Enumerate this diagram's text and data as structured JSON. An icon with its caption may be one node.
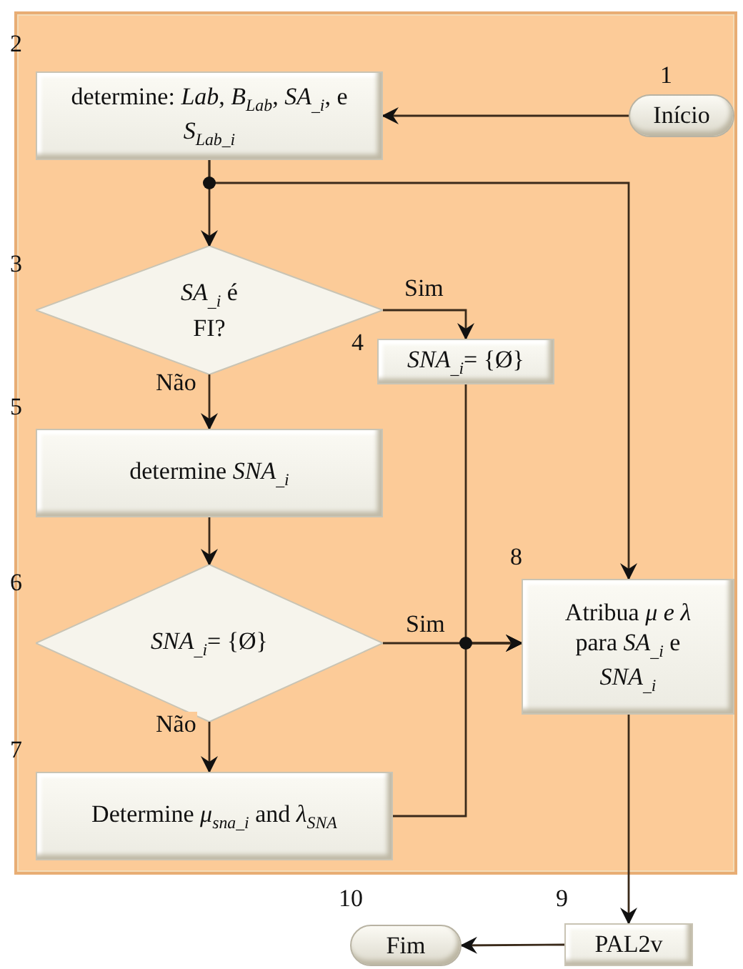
{
  "diagram": {
    "nodes": [
      {
        "text": [],
        "shape": "box"
      },
      {
        "text": [
          "determine: *Lab*, *B*$_{Lab}$, *SA*$_{_i}$, e *S*$_{Lab_i}$"
        ],
        "in": 0,
        "beside": [
          "2"
        ]
      },
      {
        "text": [
          "Início"
        ],
        "in": 0,
        "beside": [
          "1"
        ]
      },
      {
        "text": [
          "*SA*$_{_i}$ é FI?"
        ],
        "in": 0,
        "beside": [
          "3"
        ]
      },
      {
        "text": [
          "*SNA*$_{_i}$= {Ø}"
        ],
        "in": 0,
        "beside": [
          "4"
        ]
      },
      {
        "text": [
          "determine *SNA*$_{_i}$"
        ],
        "in": 0,
        "beside": [
          "5"
        ]
      },
      {
        "text": [
          "*SNA*$_{_i}$= {Ø}"
        ],
        "in": 0,
        "beside": [
          "6"
        ]
      },
      {
        "text": [
          "Atribua *μ e λ* para *SA*$_{_i}$ e *SNA*$_{_i}$"
        ],
        "in": 0,
        "beside": [
          "8"
        ]
      },
      {
        "text": [
          "Determine *μ*$_{sna_i}$ and *λ*$_{SNA}$"
        ],
        "in": 0,
        "beside": [
          "7"
        ]
      },
      {
        "text": [
          "PAL2v"
        ],
        "beside": [
          "9"
        ]
      },
      {
        "text": [
          "Fim"
        ],
        "beside": [
          "10"
        ]
      }
    ],
    "edges": [
      {
        "from": 2,
        "to": 1,
        "arrow": "to"
      },
      {
        "from": 1,
        "to": 3,
        "arrow": "to"
      },
      {
        "from": 1,
        "to": 7,
        "arrow": "to"
      },
      {
        "from": 3,
        "to": 4,
        "arrow": "to",
        "label": "Sim"
      },
      {
        "from": 3,
        "to": 5,
        "arrow": "to",
        "label": "Não"
      },
      {
        "from": 5,
        "to": 6,
        "arrow": "to"
      },
      {
        "from": 6,
        "to": 7,
        "arrow": "to",
        "label": "Sim"
      },
      {
        "from": 4,
        "to": 7,
        "arrow": "to"
      },
      {
        "from": 6,
        "to": 8,
        "arrow": "to",
        "label": "Não"
      },
      {
        "from": 8,
        "to": 7,
        "arrow": "to"
      },
      {
        "from": 7,
        "to": 9,
        "arrow": "to"
      },
      {
        "from": 9,
        "to": 10,
        "arrow": "to"
      }
    ]
  }
}
